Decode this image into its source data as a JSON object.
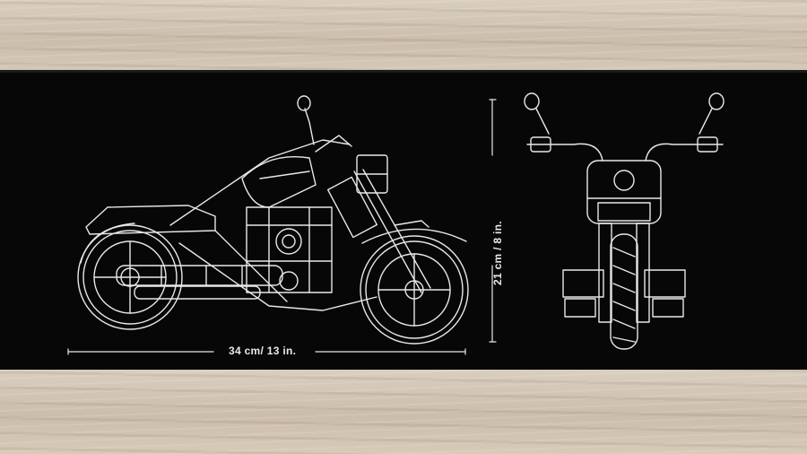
{
  "dimensions": {
    "width_label": "34 cm/ 13 in.",
    "height_label": "21 cm / 8 in."
  },
  "colors": {
    "box_background": "#070707",
    "line_art": "#e8e8e8",
    "wood": "#d2c6b6"
  },
  "scene": {
    "subject": "motorcycle-blueprint-line-art",
    "views": [
      "side-view",
      "front-view"
    ]
  }
}
